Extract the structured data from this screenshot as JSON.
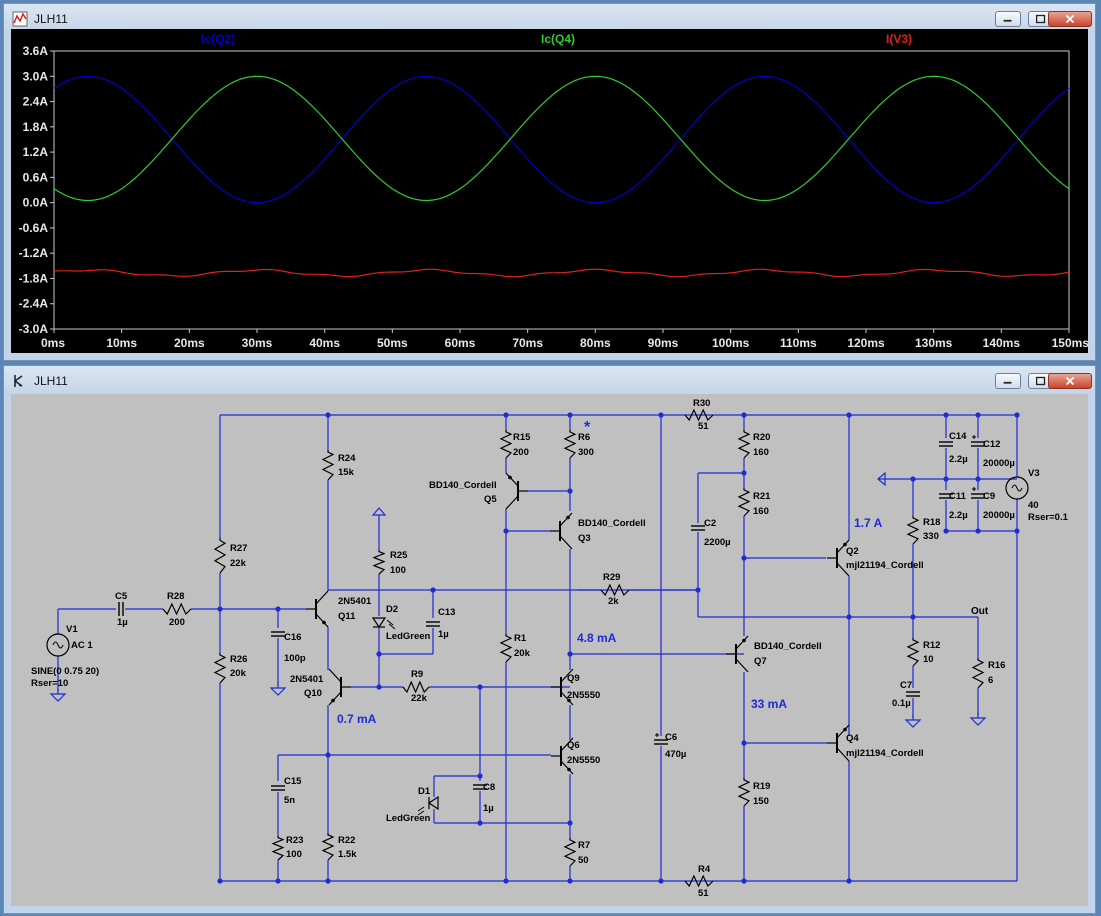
{
  "plot_window": {
    "title": "JLH11",
    "trace_labels": [
      "Ic(Q2)",
      "Ic(Q4)",
      "I(V3)"
    ],
    "trace_colors": [
      "#0000cc",
      "#2ecc2e",
      "#e0201a"
    ]
  },
  "schematic_window": {
    "title": "JLH11",
    "annotations": {
      "current_q2": "1.7 A",
      "current_q3": "4.8 mA",
      "current_q10": "0.7 mA",
      "current_q7": "33 mA",
      "asterisk": "*",
      "out_label": "Out"
    },
    "components": [
      {
        "id": "R30",
        "value": "51"
      },
      {
        "id": "R15",
        "value": "200"
      },
      {
        "id": "R6",
        "value": "300"
      },
      {
        "id": "R24",
        "value": "15k"
      },
      {
        "id": "R20",
        "value": "160"
      },
      {
        "id": "R21",
        "value": "160"
      },
      {
        "id": "C14",
        "value": "2.2µ"
      },
      {
        "id": "C12",
        "value": "20000µ"
      },
      {
        "id": "C11",
        "value": "2.2µ"
      },
      {
        "id": "C9",
        "value": "20000µ"
      },
      {
        "id": "V3",
        "value": "40"
      },
      {
        "id": "Rser",
        "value": "Rser=0.1"
      },
      {
        "id": "R18",
        "value": "330"
      },
      {
        "id": "Q5",
        "value": "BD140_Cordell"
      },
      {
        "id": "Q3",
        "value": "BD140_Cordell"
      },
      {
        "id": "C2",
        "value": "2200µ"
      },
      {
        "id": "Q2",
        "value": "mjl21194_Cordell"
      },
      {
        "id": "R27",
        "value": "22k"
      },
      {
        "id": "R25",
        "value": "100"
      },
      {
        "id": "R29",
        "value": "2k"
      },
      {
        "id": "Q11",
        "value": "2N5401"
      },
      {
        "id": "D2",
        "value": "LedGreen"
      },
      {
        "id": "C13",
        "value": "1µ"
      },
      {
        "id": "V1",
        "value": "AC 1"
      },
      {
        "id": "V1src",
        "value": "SINE(0 0.75 20)"
      },
      {
        "id": "V1rser",
        "value": "Rser=10"
      },
      {
        "id": "C5",
        "value": "1µ"
      },
      {
        "id": "R28",
        "value": "200"
      },
      {
        "id": "C16",
        "value": "100p"
      },
      {
        "id": "R26",
        "value": "20k"
      },
      {
        "id": "R1",
        "value": "20k"
      },
      {
        "id": "Q7",
        "value": "BD140_Cordell"
      },
      {
        "id": "R12",
        "value": "10"
      },
      {
        "id": "R16",
        "value": "6"
      },
      {
        "id": "Q10",
        "value": "2N5401"
      },
      {
        "id": "R9",
        "value": "22k"
      },
      {
        "id": "Q9",
        "value": "2N5550"
      },
      {
        "id": "C7",
        "value": "0.1µ"
      },
      {
        "id": "Q6",
        "value": "2N5550"
      },
      {
        "id": "C6",
        "value": "470µ"
      },
      {
        "id": "Q4",
        "value": "mjl21194_Cordell"
      },
      {
        "id": "C15",
        "value": "5n"
      },
      {
        "id": "D1",
        "value": "LedGreen"
      },
      {
        "id": "C8",
        "value": "1µ"
      },
      {
        "id": "R19",
        "value": "150"
      },
      {
        "id": "R23",
        "value": "100"
      },
      {
        "id": "R22",
        "value": "1.5k"
      },
      {
        "id": "R7",
        "value": "50"
      },
      {
        "id": "R4",
        "value": "51"
      }
    ]
  },
  "chart_data": {
    "type": "line",
    "xlabel": "",
    "ylabel": "",
    "x_range_ms": [
      0,
      150
    ],
    "y_range_A": [
      -3.0,
      3.6
    ],
    "x_ticks": [
      "0ms",
      "10ms",
      "20ms",
      "30ms",
      "40ms",
      "50ms",
      "60ms",
      "70ms",
      "80ms",
      "90ms",
      "100ms",
      "110ms",
      "120ms",
      "130ms",
      "140ms",
      "150ms"
    ],
    "y_ticks": [
      "3.6A",
      "3.0A",
      "2.4A",
      "1.8A",
      "1.2A",
      "0.6A",
      "0.0A",
      "-0.6A",
      "-1.2A",
      "-1.8A",
      "-2.4A",
      "-3.0A"
    ],
    "grid": false,
    "series": [
      {
        "name": "Ic(Q2)",
        "period_ms": 50,
        "min_A": 0.0,
        "max_A": 3.0,
        "peak_at_ms": 5
      },
      {
        "name": "Ic(Q4)",
        "period_ms": 50,
        "min_A": 0.05,
        "max_A": 3.0,
        "peak_at_ms": 30
      },
      {
        "name": "I(V3)",
        "period_ms": 25,
        "mean_A": -1.67,
        "ripple_A": 0.07
      }
    ]
  }
}
